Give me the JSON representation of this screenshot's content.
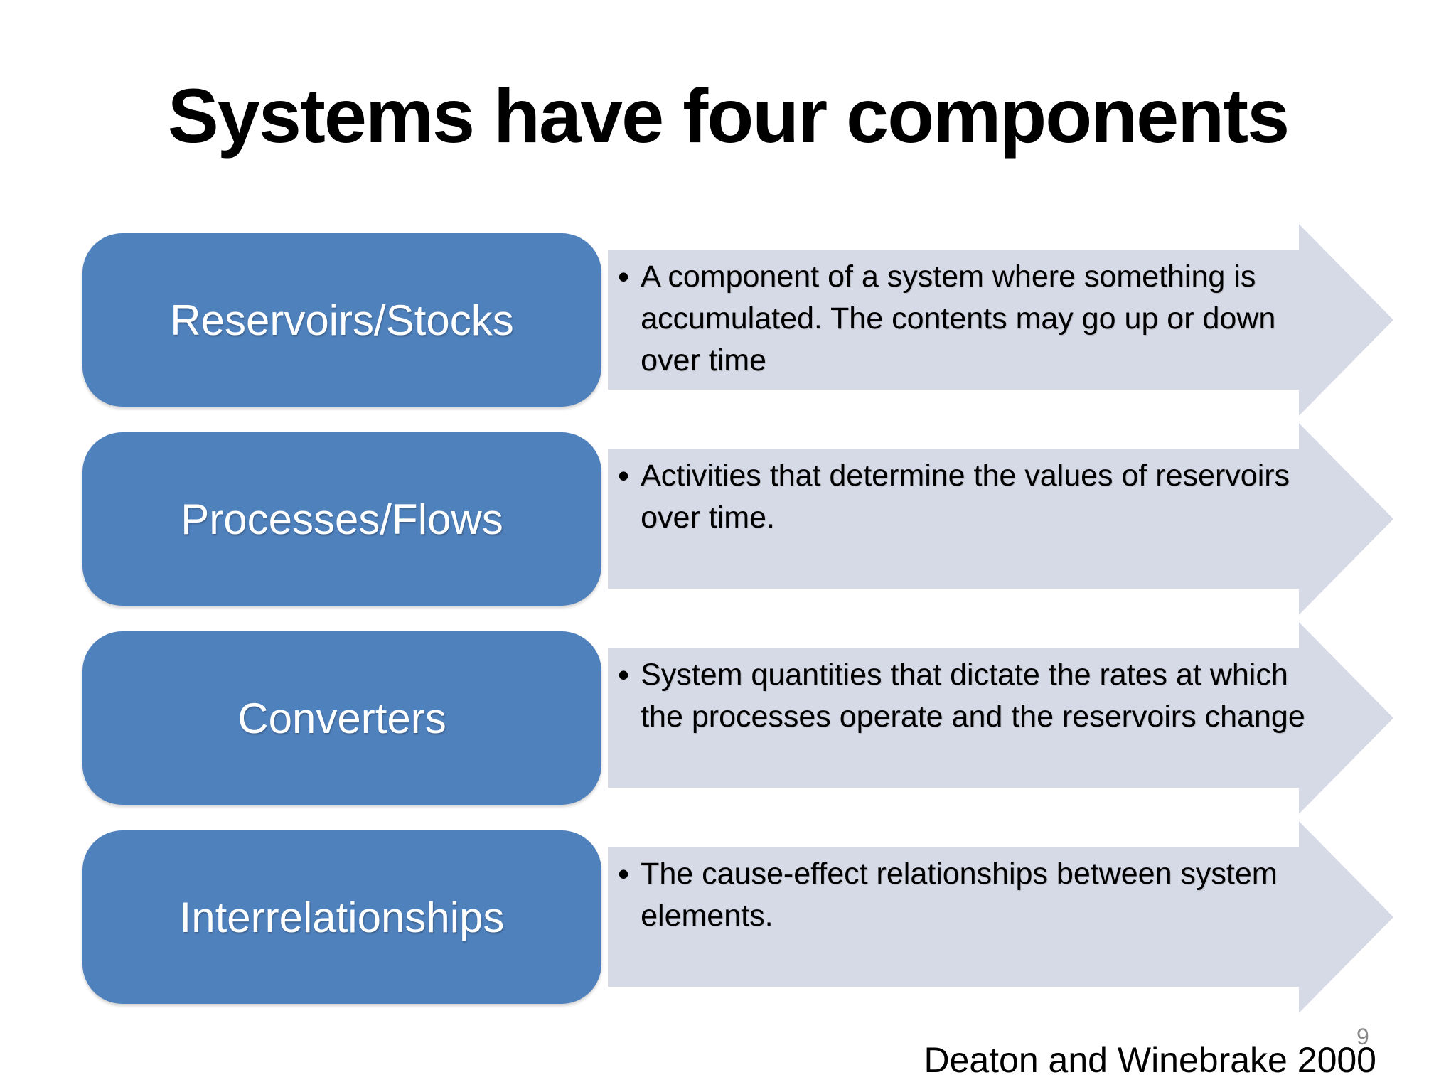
{
  "slide": {
    "title": "Systems have four components",
    "bullet_char": "•",
    "components": [
      {
        "label": "Reservoirs/Stocks",
        "description": "A component of a system where something is accumulated. The contents may go up or down over time"
      },
      {
        "label": "Processes/Flows",
        "description": "Activities that determine the values of reservoirs over time."
      },
      {
        "label": "Converters",
        "description": "System quantities that dictate the rates at which the processes operate and the reservoirs change"
      },
      {
        "label": "Interrelationships",
        "description": "The cause-effect relationships between system elements."
      }
    ],
    "citation": "Deaton and Winebrake 2000",
    "page_number": "9",
    "colors": {
      "component_box": "#4f81bd",
      "arrow": "#d6dae6",
      "title_text": "#000000",
      "body_text": "#000000",
      "label_text": "#ffffff",
      "page_number": "#8a8a8a"
    }
  }
}
